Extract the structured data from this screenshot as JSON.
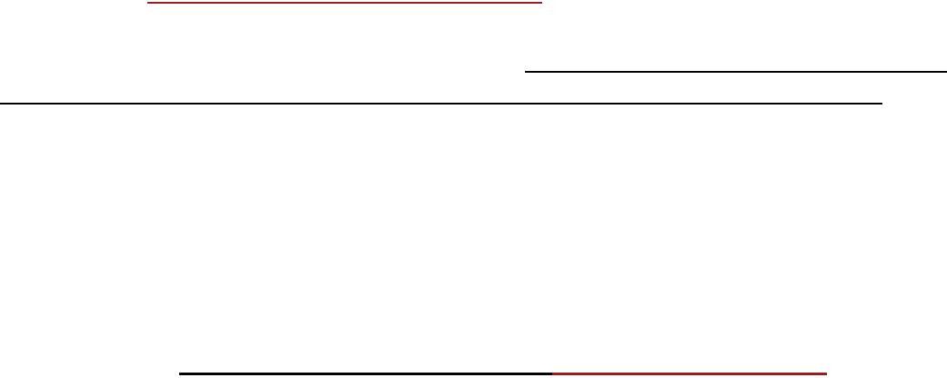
{
  "colors": {
    "background": "#ffffff",
    "dark_red_rule": "#a01c1c",
    "black_rule": "#000000"
  },
  "rules": [
    {
      "name": "underline-rule-red-top",
      "color": "#a01c1c"
    },
    {
      "name": "underline-rule-black-right",
      "color": "#000000"
    },
    {
      "name": "underline-rule-black-long",
      "color": "#000000"
    },
    {
      "name": "underline-rule-black-bottom",
      "color": "#000000"
    },
    {
      "name": "underline-rule-red-bottom",
      "color": "#a01c1c"
    }
  ]
}
